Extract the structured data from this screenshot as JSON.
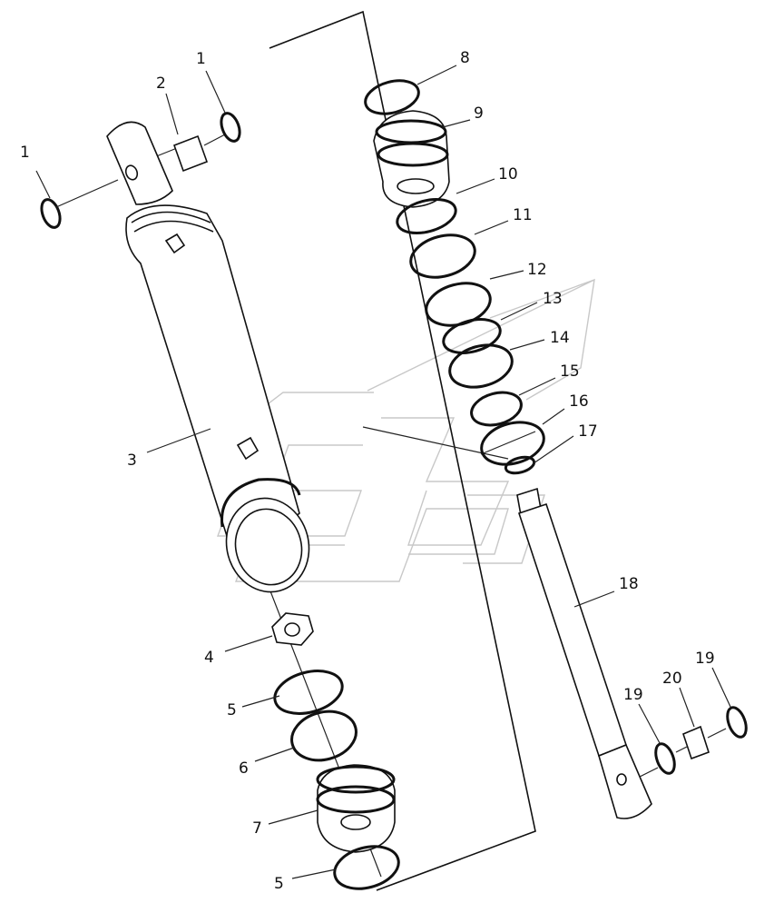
{
  "callouts": [
    "1",
    "2",
    "1",
    "3",
    "4",
    "5",
    "6",
    "7",
    "5",
    "8",
    "9",
    "10",
    "11",
    "12",
    "13",
    "14",
    "15",
    "16",
    "17",
    "18",
    "19",
    "20",
    "19"
  ]
}
